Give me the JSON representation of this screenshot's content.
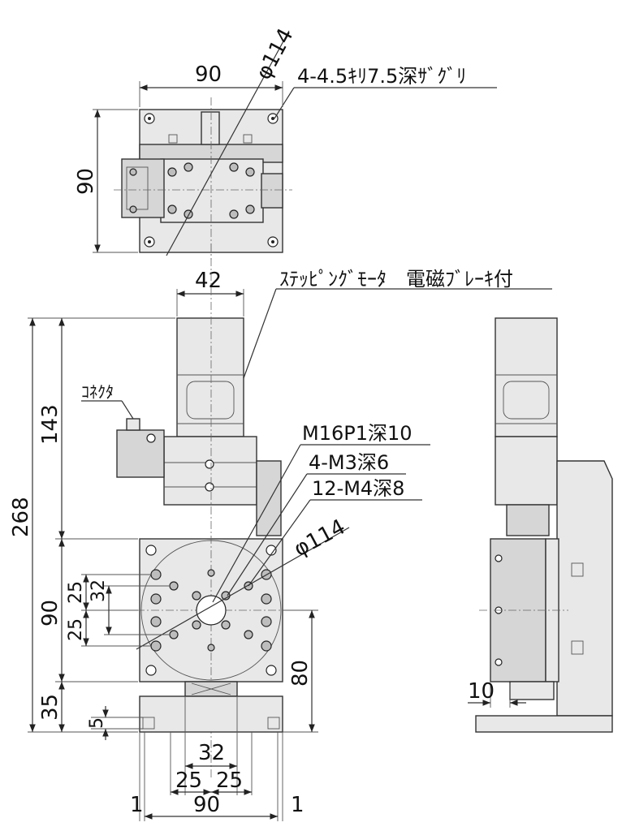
{
  "top_view": {
    "width_dim": "90",
    "height_dim": "90",
    "diameter_label": "φ114",
    "hole_note": "4-4.5ｷﾘ7.5深ｻﾞｸﾞﾘ"
  },
  "front_view": {
    "motor_width": "42",
    "motor_note": "ｽﾃｯﾋﾟﾝｸﾞﾓｰﾀ　電磁ﾌﾞﾚｰｷ付",
    "connector_note": "ｺﾈｸﾀ",
    "thread_notes": [
      "M16P1深10",
      "4-M3深6",
      "12-M4深8"
    ],
    "diameter_label": "φ114",
    "dims_left": [
      "268",
      "143",
      "90",
      "35",
      "25",
      "25",
      "32",
      "5"
    ],
    "dims_right": [
      "80"
    ],
    "dims_bottom": [
      "32",
      "25",
      "25",
      "1",
      "90",
      "1"
    ]
  },
  "side_view": {
    "offset_dim": "10"
  }
}
